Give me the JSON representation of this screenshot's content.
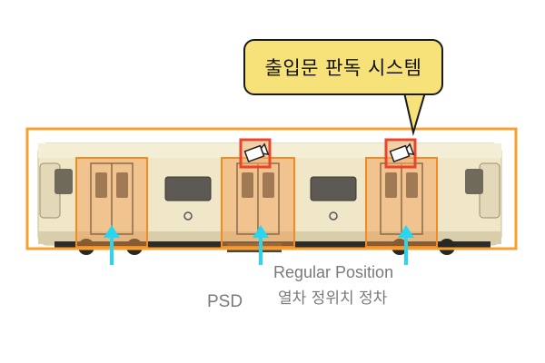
{
  "callout": {
    "text": "출입문 판독 시스템"
  },
  "labels": {
    "psd": "PSD",
    "regular_position": "Regular Position",
    "regular_position_korean": "열차 정위치 정차"
  },
  "train": {
    "cars": 1,
    "doors": 3,
    "windows": 2
  },
  "colors": {
    "train_body": "#efe7c8",
    "orange_frame": "#f5a030",
    "door_highlight": "#f3b07a",
    "sensor_box": "#e8462a",
    "arrow": "#29d6f0",
    "callout_fill": "#f7e27a",
    "label_text": "#7a7a7a"
  },
  "icons": [
    "camera-icon",
    "up-arrow-icon"
  ]
}
